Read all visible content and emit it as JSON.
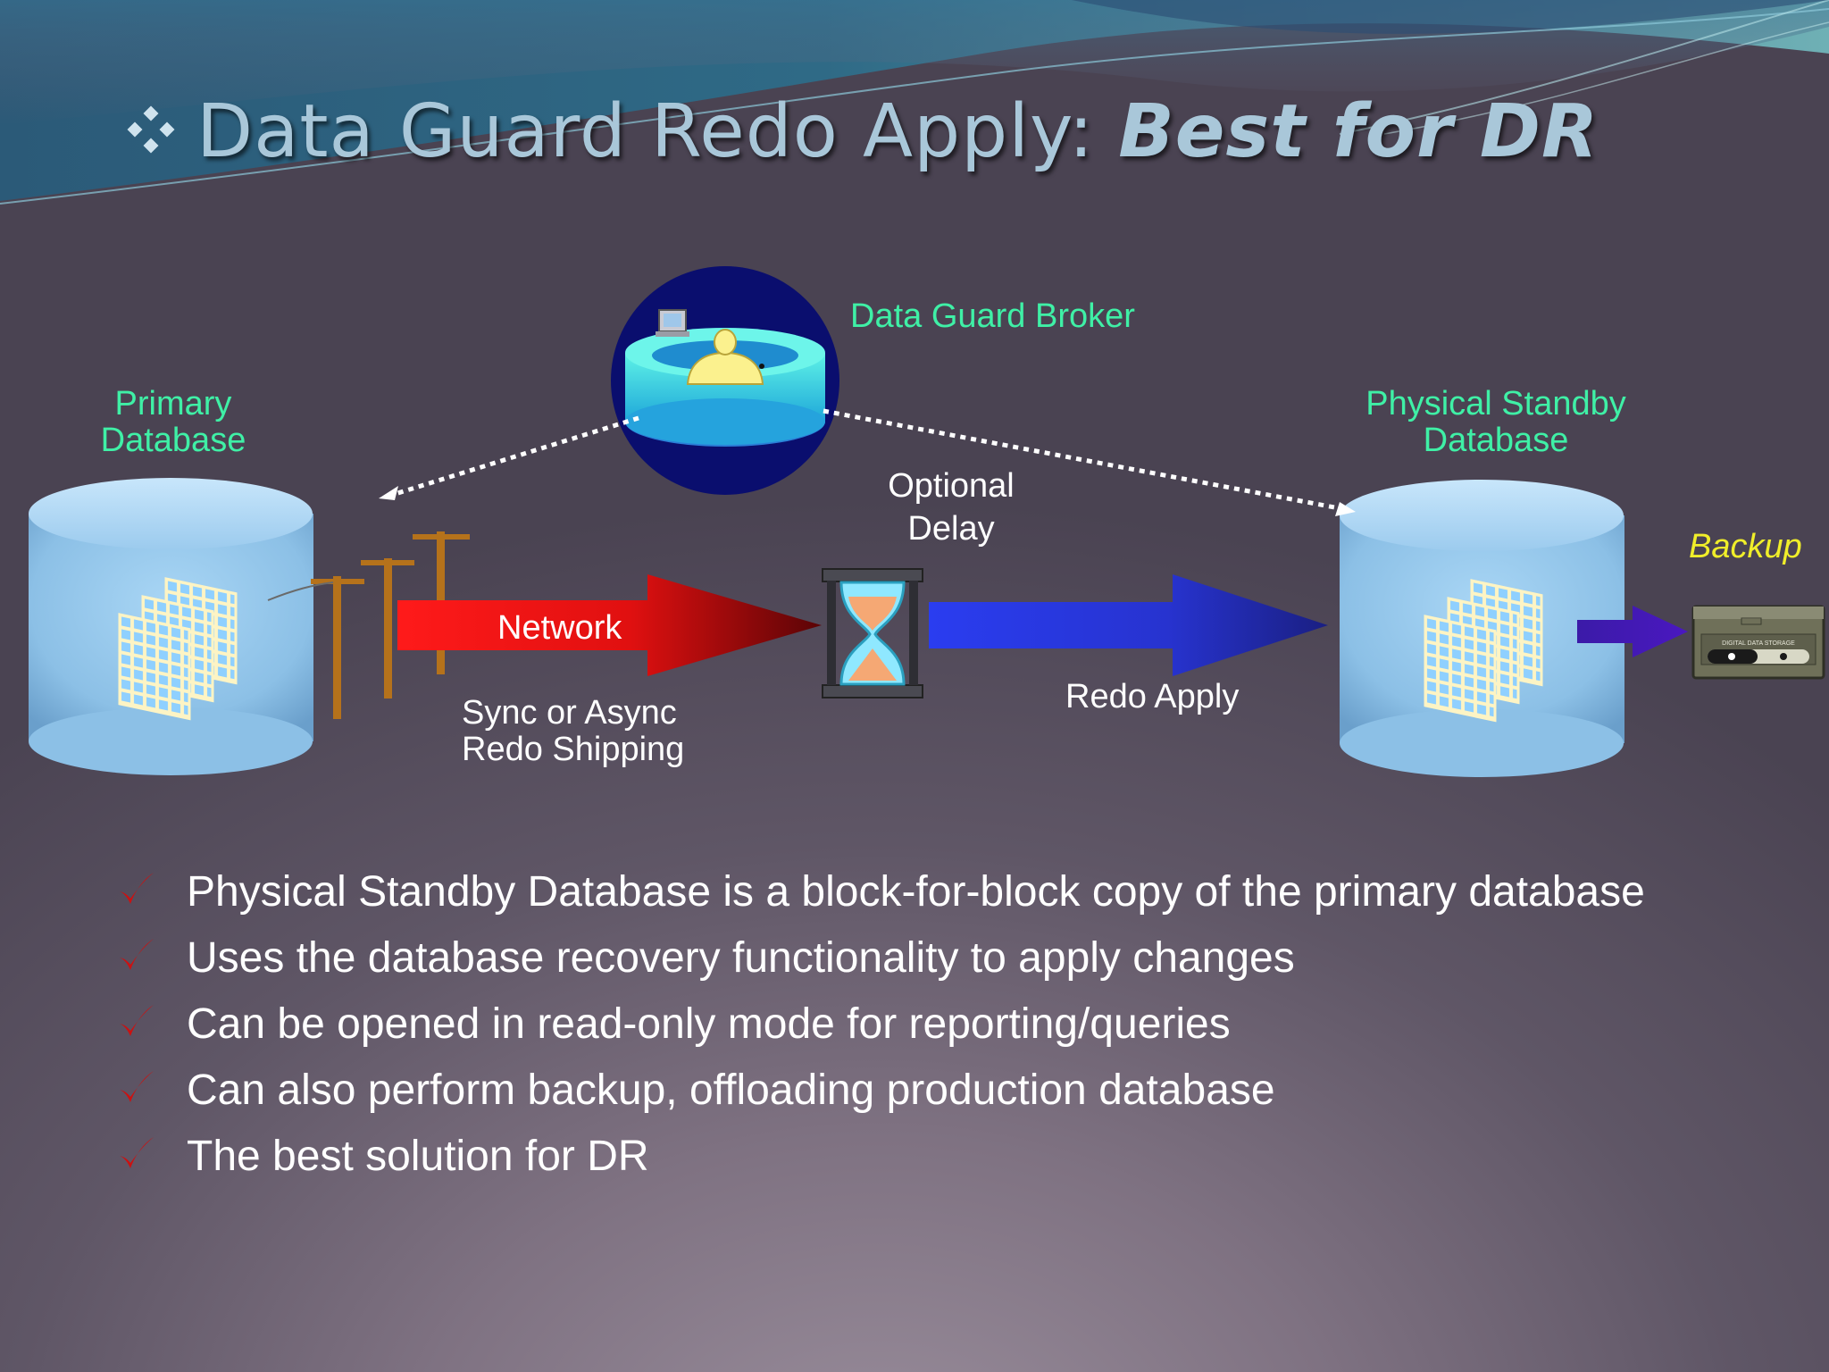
{
  "title": {
    "main": "Data Guard Redo Apply: ",
    "emphasis": "Best for DR"
  },
  "diagram": {
    "broker_label": "Data Guard Broker",
    "primary_label": [
      "Primary",
      "Database"
    ],
    "standby_label": [
      "Physical Standby",
      "Database"
    ],
    "network_label": "Network",
    "shipping_label": [
      "Sync or Async",
      "Redo Shipping"
    ],
    "delay_label": [
      "Optional",
      "Delay"
    ],
    "redo_apply_label": "Redo Apply",
    "backup_label": "Backup",
    "tape_label": "DIGITAL DATA STORAGE"
  },
  "bullets": [
    "Physical Standby Database is a block-for-block copy of the primary database",
    "Uses the database recovery functionality to apply changes",
    "Can be opened in read-only mode for reporting/queries",
    "Can also perform backup, offloading production database",
    "The best solution for DR"
  ],
  "colors": {
    "label_green": "#3ff0a6",
    "backup_yellow": "#f0ee2a",
    "network_arrow": "#ff1a1a",
    "redo_arrow": "#2a34e8",
    "checkmark": "#cc1111"
  }
}
